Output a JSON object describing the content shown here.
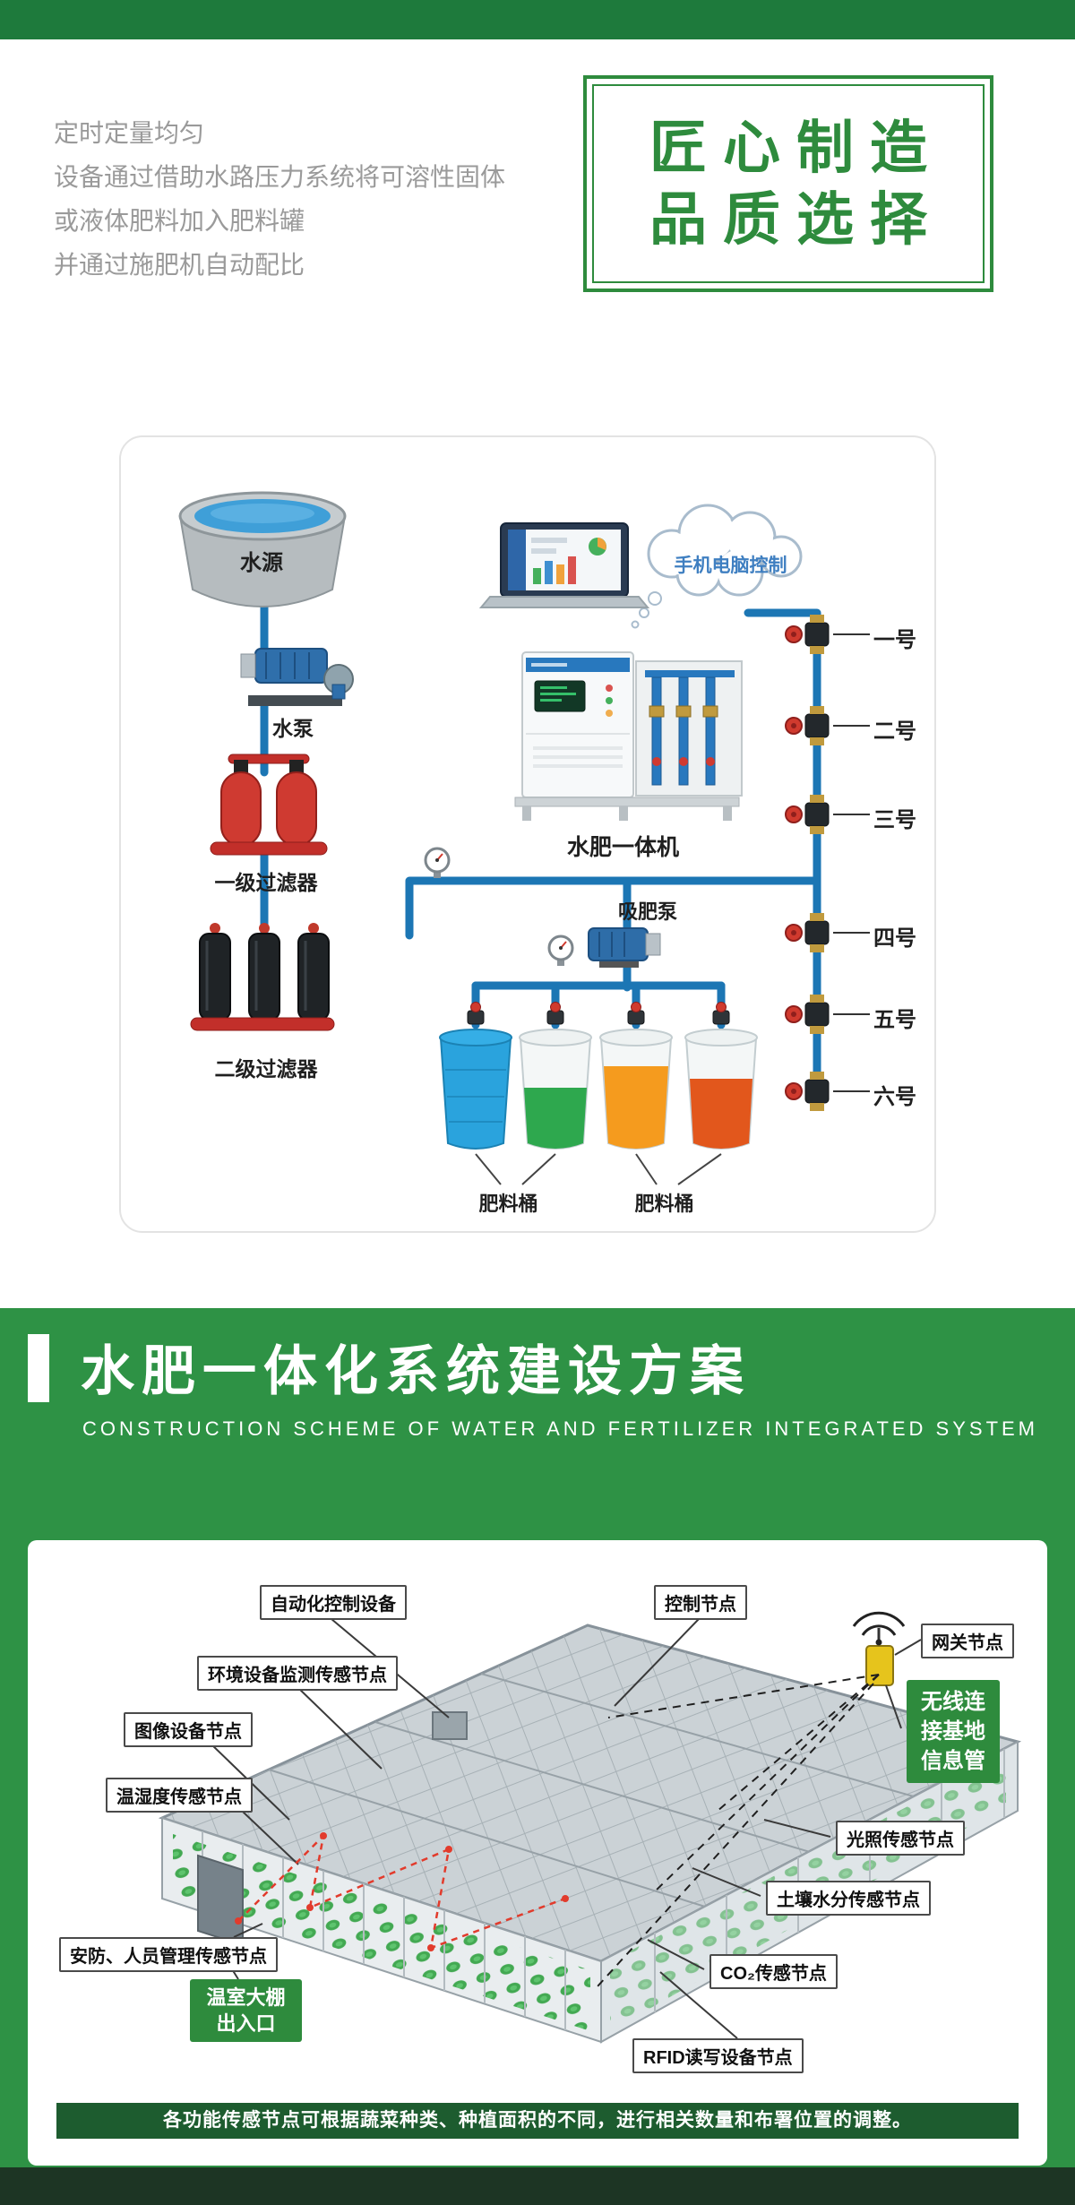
{
  "colors": {
    "brand_green": "#2e8b3d",
    "section_green": "#2e9245",
    "top_bar_green": "#1e7a3c",
    "footer_bar_green": "#1d5c2f",
    "pipe_blue": "#1c76b4"
  },
  "intro": {
    "lines": [
      "定时定量均匀",
      "设备通过借助水路压力系统将可溶性固体",
      "或液体肥料加入肥料罐",
      "并通过施肥机自动配比"
    ],
    "badge": {
      "line1": "匠心制造",
      "line2": "品质选择"
    }
  },
  "diagram": {
    "water_source": "水源",
    "water_pump": "水泵",
    "primary_filter": "一级过滤器",
    "secondary_filter": "二级过滤器",
    "remote_control": "手机电脑控制",
    "machine": "水肥一体机",
    "suction_pump": "吸肥泵",
    "fertilizer_bucket_left": "肥料桶",
    "fertilizer_bucket_right": "肥料桶",
    "valves": [
      "一号",
      "二号",
      "三号",
      "四号",
      "五号",
      "六号"
    ]
  },
  "scheme": {
    "title": "水肥一体化系统建设方案",
    "subtitle": "CONSTRUCTION SCHEME OF WATER AND FERTILIZER INTEGRATED SYSTEM",
    "callouts": {
      "automation": "自动化控制设备",
      "control_node": "控制节点",
      "gateway_node": "网关节点",
      "env_monitor": "环境设备监测传感节点",
      "image_device": "图像设备节点",
      "temp_humidity": "温湿度传感节点",
      "wireless_base": "无线连接基地信息管",
      "light_sensor": "光照传感节点",
      "soil_moisture": "土壤水分传感节点",
      "co2_sensor": "CO₂传感节点",
      "security": "安防、人员管理传感节点",
      "entrance": "温室大棚出入口",
      "rfid": "RFID读写设备节点"
    },
    "footer": "各功能传感节点可根据蔬菜种类、种植面积的不同，进行相关数量和布署位置的调整。"
  }
}
